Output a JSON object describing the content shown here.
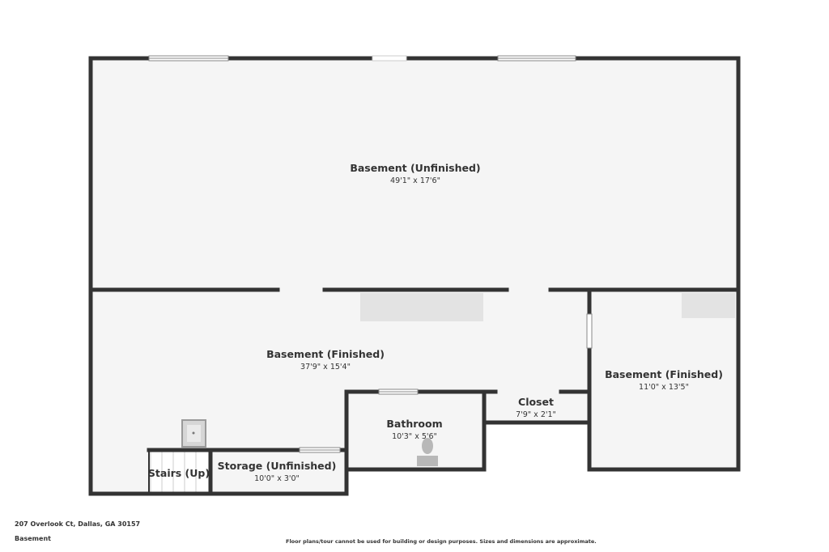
{
  "rooms": {
    "main_unfinished": {
      "name": "Basement (Unfinished)",
      "dims": "49'1\" x 17'6\""
    },
    "main_finished": {
      "name": "Basement (Finished)",
      "dims": "37'9\" x 15'4\""
    },
    "right_finished": {
      "name": "Basement (Finished)",
      "dims": "11'0\" x 13'5\""
    },
    "closet": {
      "name": "Closet",
      "dims": "7'9\" x 2'1\""
    },
    "bathroom": {
      "name": "Bathroom",
      "dims": "10'3\" x 5'6\""
    },
    "storage": {
      "name": "Storage (Unfinished)",
      "dims": "10'0\" x 3'0\""
    },
    "stairs": {
      "name": "Stairs (Up)"
    }
  },
  "footer": {
    "address": "207 Overlook Ct, Dallas, GA 30157",
    "level": "Basement",
    "disclaimer": "Floor plans/tour cannot be used for building or design purposes. Sizes and dimensions are approximate."
  },
  "colors": {
    "wall": "#333333",
    "floor": "#f5f5f5",
    "fixture": "#e6e6e6",
    "text": "#333333"
  }
}
